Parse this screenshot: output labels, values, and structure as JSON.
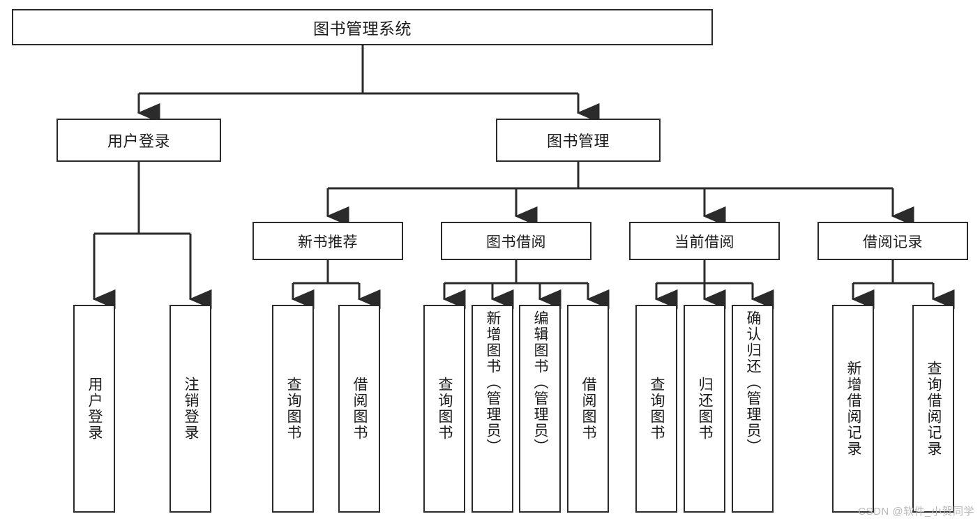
{
  "diagram": {
    "type": "tree",
    "title": "图书管理系统",
    "root": {
      "label": "图书管理系统"
    },
    "level2": [
      {
        "label": "用户登录"
      },
      {
        "label": "图书管理"
      }
    ],
    "level3": [
      {
        "label": "新书推荐"
      },
      {
        "label": "图书借阅"
      },
      {
        "label": "当前借阅"
      },
      {
        "label": "借阅记录"
      }
    ],
    "leaves": {
      "user_login": [
        {
          "label": "用户登录"
        },
        {
          "label": "注销登录"
        }
      ],
      "new_book_recommend": [
        {
          "label": "查询图书"
        },
        {
          "label": "借阅图书"
        }
      ],
      "book_borrow": [
        {
          "label": "查询图书"
        },
        {
          "label": "新增图书（管理员）"
        },
        {
          "label": "编辑图书（管理员）"
        },
        {
          "label": "借阅图书"
        }
      ],
      "current_borrow": [
        {
          "label": "查询图书"
        },
        {
          "label": "归还图书"
        },
        {
          "label": "确认归还（管理员）"
        }
      ],
      "borrow_record": [
        {
          "label": "新增借阅记录"
        },
        {
          "label": "查询借阅记录"
        }
      ]
    }
  },
  "watermark": {
    "text": "CSDN @软件_小贺同学"
  },
  "colors": {
    "box_border": "#2b2b2b",
    "box_fill": "#ffffff",
    "connector": "#2b2b2b",
    "text": "#1c1c1c",
    "watermark": "#b9b9b9"
  }
}
